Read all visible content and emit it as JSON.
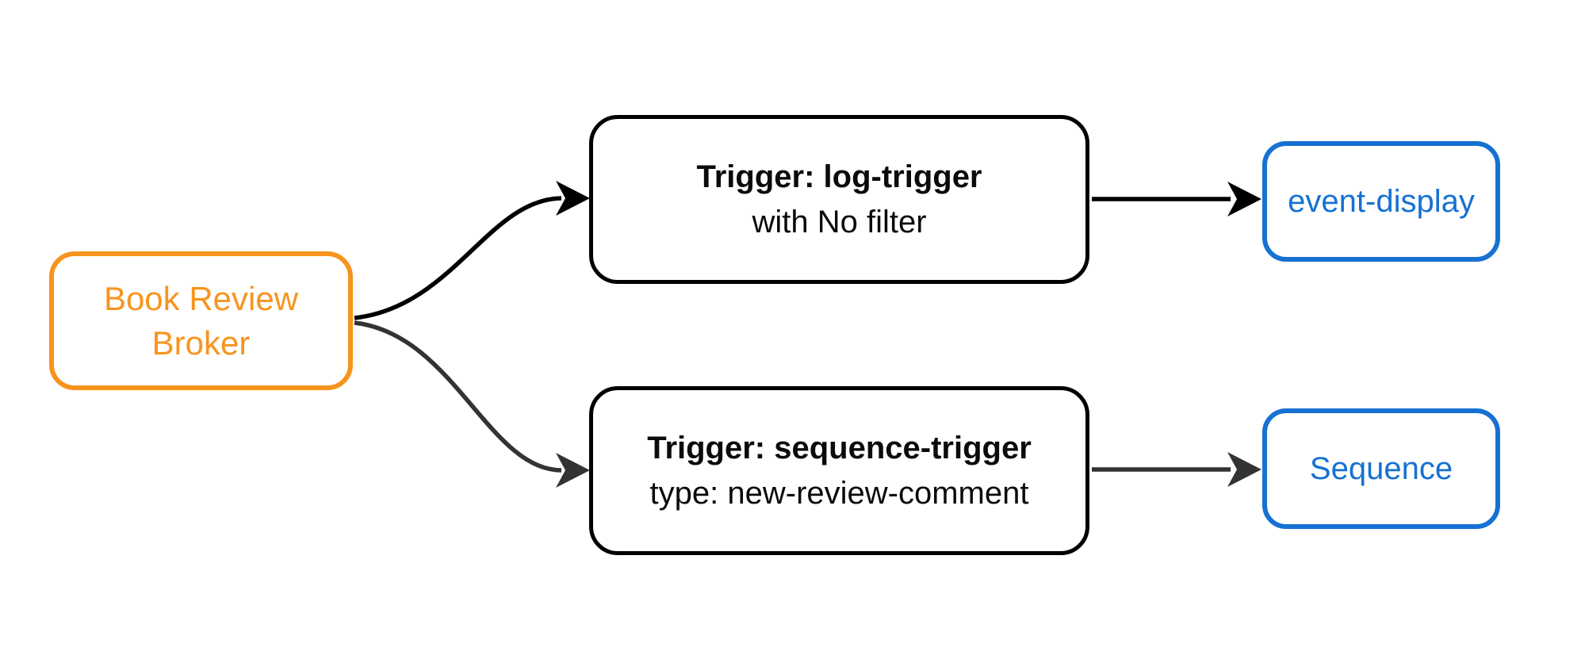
{
  "diagram": {
    "broker": {
      "label": "Book Review Broker"
    },
    "triggers": [
      {
        "title": "Trigger: log-trigger",
        "subtitle": "with No filter"
      },
      {
        "title": "Trigger: sequence-trigger",
        "subtitle": "type: new-review-comment"
      }
    ],
    "sinks": [
      {
        "label": "event-display"
      },
      {
        "label": "Sequence"
      }
    ]
  },
  "colors": {
    "background": "#FFFFFF",
    "broker-accent": "#F7941E",
    "sink-accent": "#1671D2",
    "node-border": "#000000",
    "edge-top": "#000000",
    "edge-bottom": "#333333"
  }
}
